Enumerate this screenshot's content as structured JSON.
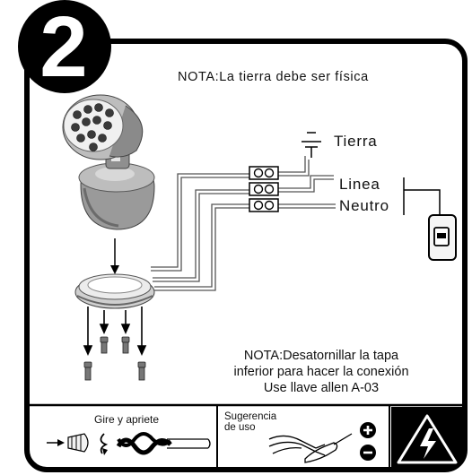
{
  "step": {
    "number": "2"
  },
  "notes": {
    "top": "NOTA:La tierra debe ser física",
    "bottom": [
      "NOTA:Desatornillar la tapa",
      "inferior para hacer la conexión",
      "Use llave allen A-03"
    ]
  },
  "wiring": {
    "ground_label": "Tierra",
    "line_label": "Linea",
    "neutral_label": "Neutro"
  },
  "footer": {
    "twist_label": "Gire y apriete",
    "suggestion_label_1": "Sugerencia",
    "suggestion_label_2": "de uso",
    "warning_icon": "high-voltage-warning-icon"
  },
  "colors": {
    "ink": "#111111",
    "paper": "#ffffff"
  }
}
